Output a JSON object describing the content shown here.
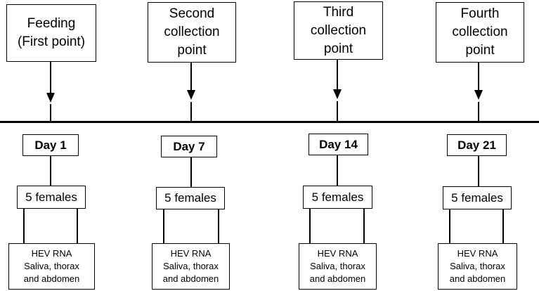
{
  "columns": [
    {
      "point": "Feeding\n(First point)",
      "day": "Day 1",
      "group": "5 females",
      "outcome": "HEV RNA\nSaliva, thorax\nand abdomen"
    },
    {
      "point": "Second\ncollection\npoint",
      "day": "Day 7",
      "group": "5 females",
      "outcome": "HEV RNA\nSaliva, thorax\nand abdomen"
    },
    {
      "point": "Third\ncollection\npoint",
      "day": "Day 14",
      "group": "5 females",
      "outcome": "HEV RNA\nSaliva, thorax\nand abdomen"
    },
    {
      "point": "Fourth\ncollection\npoint",
      "day": "Day 21",
      "group": "5 females",
      "outcome": "HEV RNA\nSaliva, thorax\nand abdomen"
    }
  ]
}
